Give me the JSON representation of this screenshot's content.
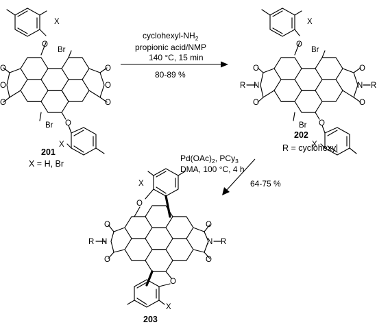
{
  "step1": {
    "reagent": "cyclohexyl-NH",
    "reagent_sub": "2",
    "solvent": "propionic acid/NMP",
    "conditions": "140 °C, 15 min",
    "yield": "80-89 %"
  },
  "step2": {
    "catalyst": "Pd(OAc)",
    "catalyst_sub": "2",
    "ligand": ", PCy",
    "ligand_sub": "3",
    "conditions": "DMA, 100 °C, 4 h",
    "yield": "64-75 %"
  },
  "compound_201": {
    "number": "201",
    "note": "X = H, Br"
  },
  "compound_202": {
    "number": "202",
    "note": "R = cyclohexyl"
  },
  "compound_203": {
    "number": "203"
  },
  "atoms": {
    "O": "O",
    "N": "N",
    "Br": "Br",
    "X": "X",
    "R": "R"
  }
}
